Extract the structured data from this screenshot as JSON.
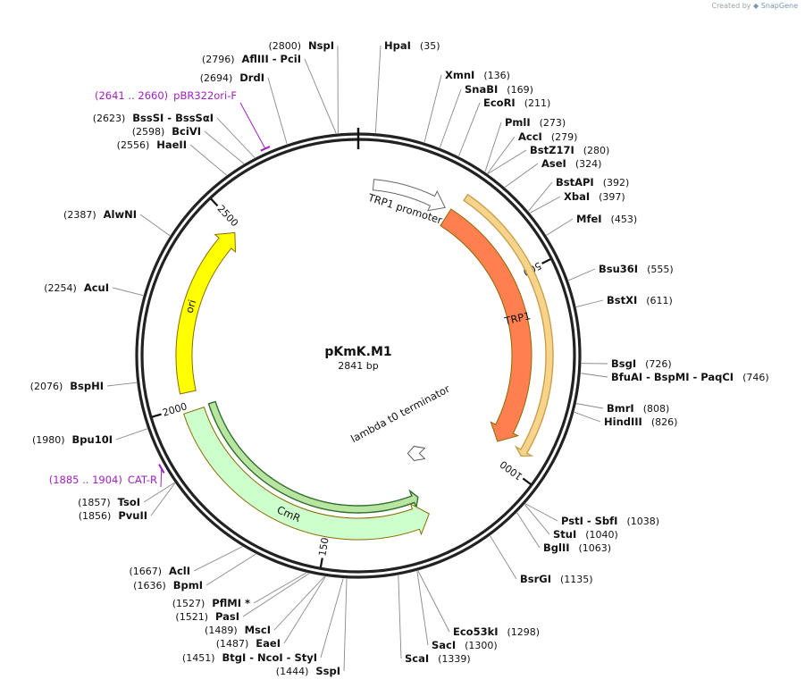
{
  "credit": {
    "prefix": "Created by",
    "brand": "SnapGene"
  },
  "map": {
    "name": "pKmK.M1",
    "length_label": "2841 bp",
    "length": 2841
  },
  "ticks": [
    {
      "label": "500",
      "bp": 500
    },
    {
      "label": "1000",
      "bp": 1000
    },
    {
      "label": "1500",
      "bp": 1500
    },
    {
      "label": "2000",
      "bp": 2000
    },
    {
      "label": "2500",
      "bp": 2500
    }
  ],
  "features": [
    {
      "label": "ori",
      "start": 2035,
      "end": 2485,
      "direction": "cw",
      "color": "#ffff00",
      "kind": "ori"
    },
    {
      "label": "TRP1 promoter",
      "start": 40,
      "end": 240,
      "direction": "cw",
      "color": "#ffffff",
      "kind": "promoter"
    },
    {
      "label": "TRP1",
      "start": 255,
      "end": 960,
      "direction": "cw",
      "color": "#ff7f50",
      "kind": "cds"
    },
    {
      "label": "CmR",
      "start": 1985,
      "end": 1230,
      "direction": "ccw",
      "color": "#ccffcc",
      "kind": "cds"
    },
    {
      "label": "lambda t0 terminator",
      "start": 1160,
      "end": 1200,
      "direction": "ccw",
      "color": "#ffffff",
      "kind": "terminator"
    }
  ],
  "enzymes": [
    {
      "name": "HpaI",
      "pos": "(35)",
      "bp": 35
    },
    {
      "name": "XmnI",
      "pos": "(136)",
      "bp": 136
    },
    {
      "name": "SnaBI",
      "pos": "(169)",
      "bp": 169
    },
    {
      "name": "EcoRI",
      "pos": "(211)",
      "bp": 211
    },
    {
      "name": "PmlI",
      "pos": "(273)",
      "bp": 273
    },
    {
      "name": "AccI",
      "pos": "(279)",
      "bp": 279
    },
    {
      "name": "BstZ17I",
      "pos": "(280)",
      "bp": 280
    },
    {
      "name": "AseI",
      "pos": "(324)",
      "bp": 324
    },
    {
      "name": "BstAPI",
      "pos": "(392)",
      "bp": 392
    },
    {
      "name": "XbaI",
      "pos": "(397)",
      "bp": 397
    },
    {
      "name": "MfeI",
      "pos": "(453)",
      "bp": 453
    },
    {
      "name": "Bsu36I",
      "pos": "(555)",
      "bp": 555
    },
    {
      "name": "BstXI",
      "pos": "(611)",
      "bp": 611
    },
    {
      "name": "BsgI",
      "pos": "(726)",
      "bp": 726
    },
    {
      "name": "BfuAI  -  BspMI  -  PaqCI",
      "pos": "(746)",
      "bp": 746
    },
    {
      "name": "BmrI",
      "pos": "(808)",
      "bp": 808
    },
    {
      "name": "HindIII",
      "pos": "(826)",
      "bp": 826
    },
    {
      "name": "PstI  -  SbfI",
      "pos": "(1038)",
      "bp": 1038
    },
    {
      "name": "StuI",
      "pos": "(1040)",
      "bp": 1040
    },
    {
      "name": "BglII",
      "pos": "(1063)",
      "bp": 1063
    },
    {
      "name": "BsrGI",
      "pos": "(1135)",
      "bp": 1135
    },
    {
      "name": "Eco53kI",
      "pos": "(1298)",
      "bp": 1298
    },
    {
      "name": "SacI",
      "pos": "(1300)",
      "bp": 1300
    },
    {
      "name": "ScaI",
      "pos": "(1339)",
      "bp": 1339
    },
    {
      "name": "SspI",
      "pos": "(1444)",
      "bp": 1444
    },
    {
      "name": "BtgI  -  NcoI  -  StyI",
      "pos": "(1451)",
      "bp": 1451
    },
    {
      "name": "EaeI",
      "pos": "(1487)",
      "bp": 1487
    },
    {
      "name": "MscI",
      "pos": "(1489)",
      "bp": 1489
    },
    {
      "name": "PasI",
      "pos": "(1521)",
      "bp": 1521
    },
    {
      "name": "PflMI *",
      "pos": "(1527)",
      "bp": 1527
    },
    {
      "name": "BpmI",
      "pos": "(1636)",
      "bp": 1636
    },
    {
      "name": "AclI",
      "pos": "(1667)",
      "bp": 1667
    },
    {
      "name": "PvuII",
      "pos": "(1856)",
      "bp": 1856
    },
    {
      "name": "TsoI",
      "pos": "(1857)",
      "bp": 1857
    },
    {
      "name": "Bpu10I",
      "pos": "(1980)",
      "bp": 1980
    },
    {
      "name": "BspHI",
      "pos": "(2076)",
      "bp": 2076
    },
    {
      "name": "AcuI",
      "pos": "(2254)",
      "bp": 2254
    },
    {
      "name": "AlwNI",
      "pos": "(2387)",
      "bp": 2387
    },
    {
      "name": "HaeII",
      "pos": "(2556)",
      "bp": 2556
    },
    {
      "name": "BciVI",
      "pos": "(2598)",
      "bp": 2598
    },
    {
      "name": "BssSI  -  BssSαI",
      "pos": "(2623)",
      "bp": 2623
    },
    {
      "name": "DrdI",
      "pos": "(2694)",
      "bp": 2694
    },
    {
      "name": "AflIII  -  PciI",
      "pos": "(2796)",
      "bp": 2796
    },
    {
      "name": "NspI",
      "pos": "(2800)",
      "bp": 2800
    }
  ],
  "primers": [
    {
      "name": "pBR322ori-F",
      "pos": "(2641 .. 2660)",
      "bp": 2650
    },
    {
      "name": "CAT-R",
      "pos": "(1885 .. 1904)",
      "bp": 1895
    }
  ]
}
